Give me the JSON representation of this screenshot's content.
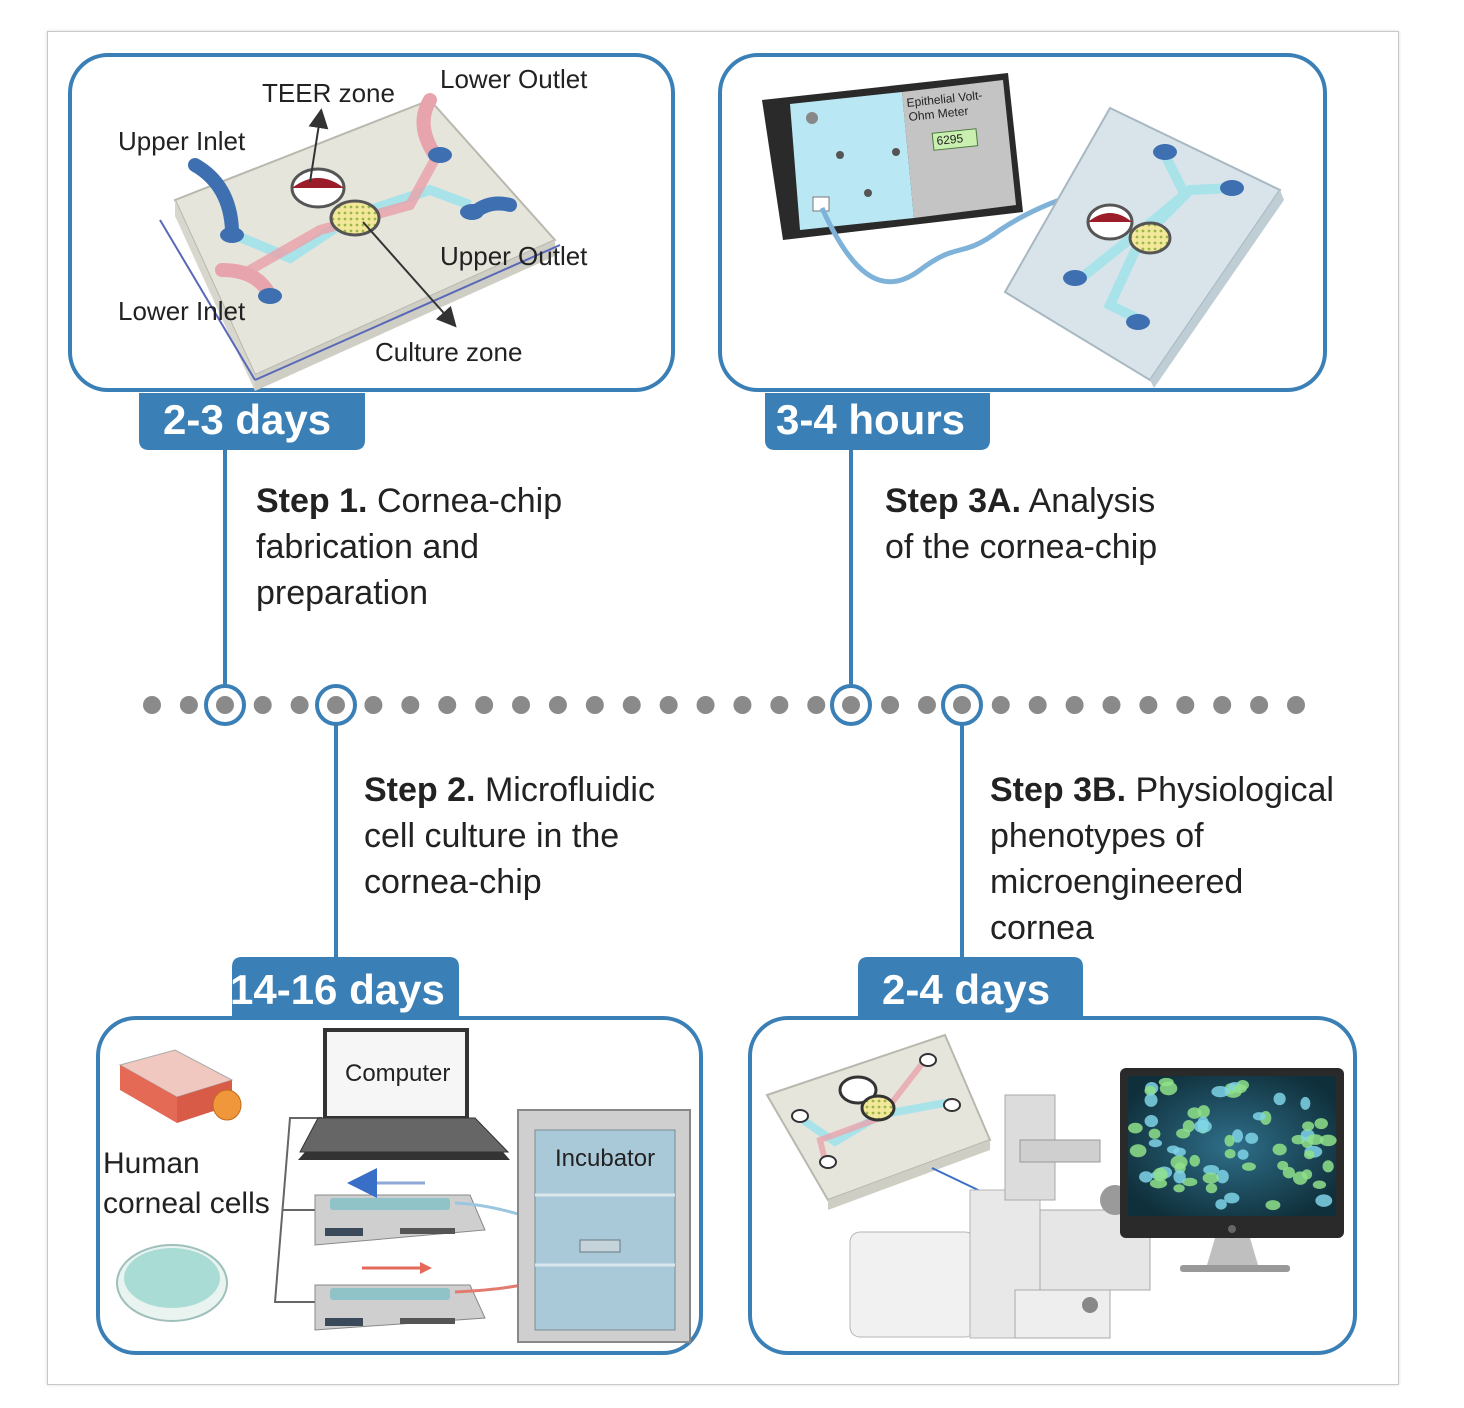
{
  "colors": {
    "accent": "#3a7fb5",
    "dot": "#8a8a8a",
    "channel": "#a9e3ea",
    "pink": "#e8a4ad",
    "chip": "#e3e2d9"
  },
  "panels": {
    "fabrication": {
      "labels": {
        "teer_zone": "TEER zone",
        "lower_outlet": "Lower Outlet",
        "upper_inlet": "Upper Inlet",
        "upper_outlet": "Upper Outlet",
        "lower_inlet": "Lower Inlet",
        "culture_zone": "Culture zone"
      }
    },
    "analysis": {
      "meter_title_line1": "Epithelial Volt-",
      "meter_title_line2": "Ohm Meter",
      "meter_reading": "6295"
    },
    "culture": {
      "computer_label": "Computer",
      "incubator_label": "Incubator",
      "cells_line1": "Human",
      "cells_line2": "corneal cells"
    }
  },
  "badges": {
    "step1": "2-3 days",
    "step3a": "3-4 hours",
    "step2": "14-16 days",
    "step3b": "2-4 days"
  },
  "steps": {
    "step1": {
      "label": "Step 1.",
      "lines": [
        "Cornea-chip",
        "fabrication and",
        "preparation"
      ]
    },
    "step3a": {
      "label": "Step 3A.",
      "lines": [
        "Analysis",
        "of the cornea-chip"
      ]
    },
    "step2": {
      "label": "Step 2.",
      "lines": [
        "Microfluidic",
        "cell culture in the",
        "cornea-chip"
      ]
    },
    "step3b": {
      "label": "Step 3B.",
      "lines": [
        "Physiological",
        "phenotypes of",
        "microengineered",
        "cornea"
      ]
    }
  }
}
